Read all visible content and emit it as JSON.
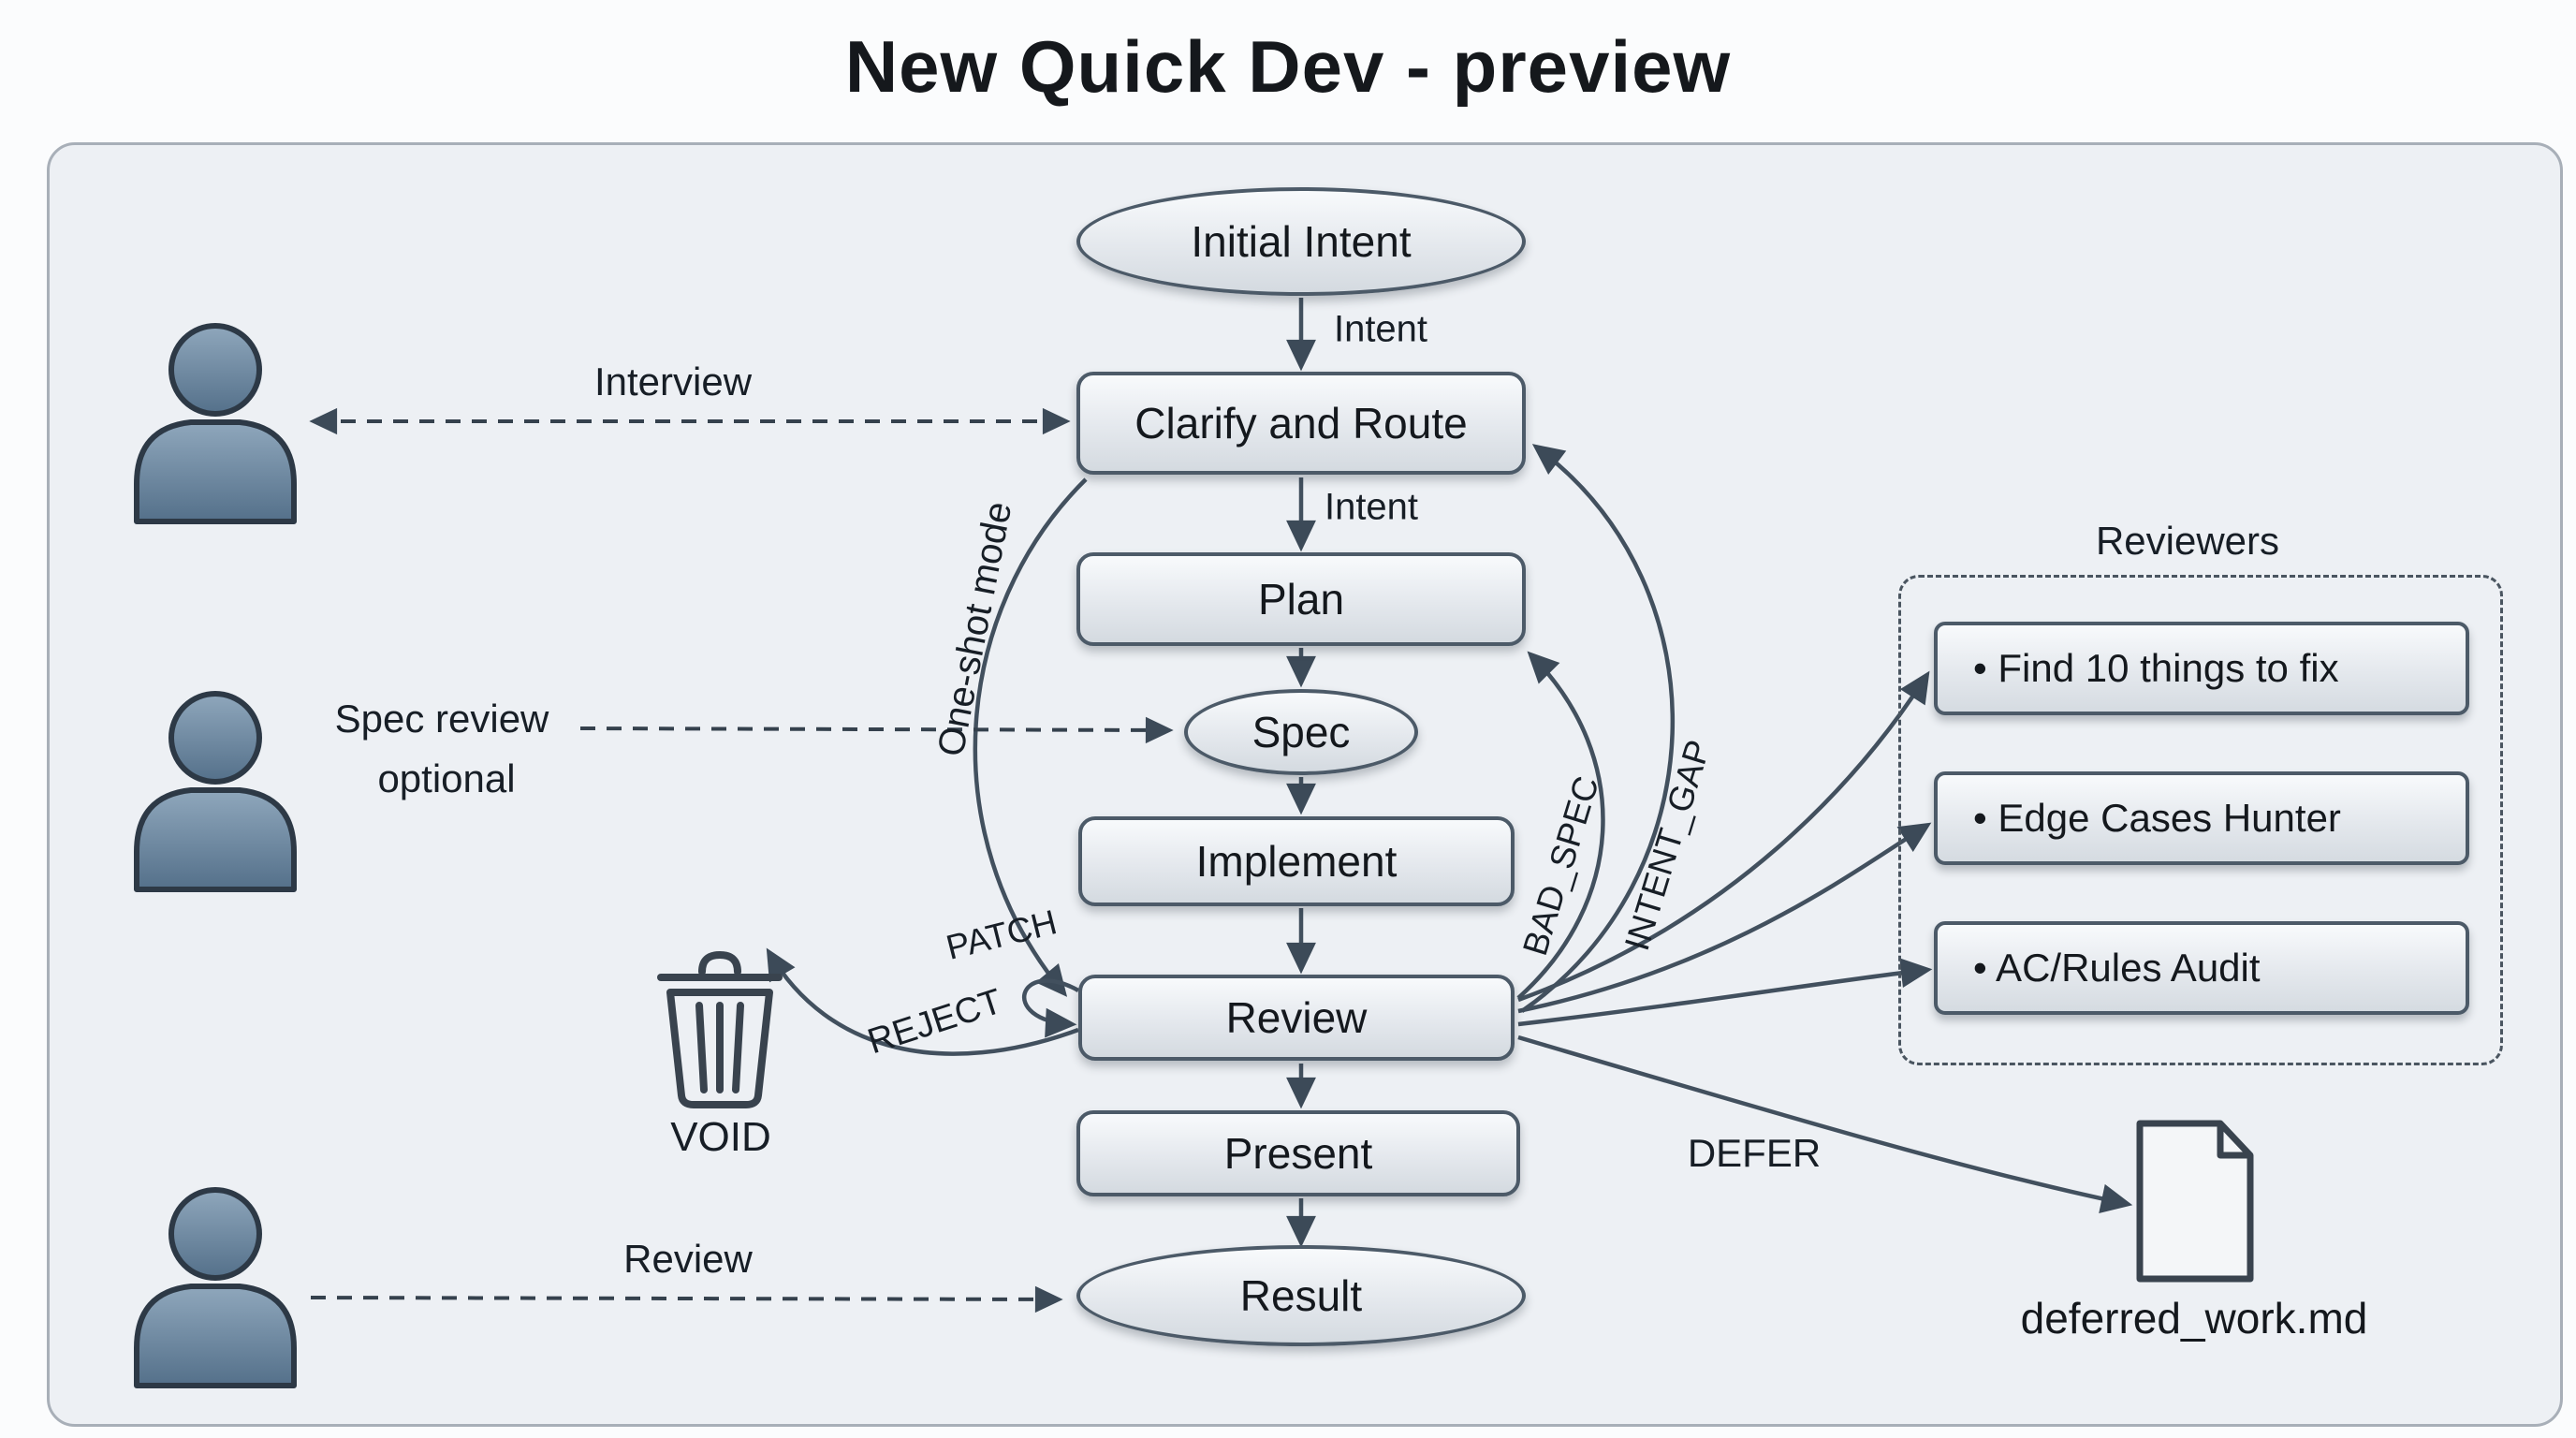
{
  "title": "New Quick Dev - preview",
  "nodes": {
    "initial_intent": "Initial Intent",
    "clarify_and_route": "Clarify and Route",
    "plan": "Plan",
    "spec": "Spec",
    "implement": "Implement",
    "review": "Review",
    "present": "Present",
    "result": "Result"
  },
  "labels": {
    "intent_1": "Intent",
    "intent_2": "Intent",
    "interview": "Interview",
    "spec_review_1": "Spec review",
    "spec_review_2": "optional",
    "one_shot_mode": "One-shot mode",
    "bad_spec": "BAD_SPEC",
    "intent_gap": "INTENT_GAP",
    "patch": "PATCH",
    "reject": "REJECT",
    "review_dashed": "Review",
    "defer": "DEFER",
    "void": "VOID"
  },
  "reviewers": {
    "title": "Reviewers",
    "items": [
      "• Find 10 things to fix",
      "• Edge Cases Hunter",
      "• AC/Rules Audit"
    ]
  },
  "deferred_file": "deferred_work.md",
  "icons": [
    "person-icon",
    "person-icon",
    "person-icon",
    "trash-icon",
    "document-icon"
  ],
  "colors": {
    "page_bg": "#fbfcfd",
    "frame_bg": "#edf0f4",
    "frame_border": "#a8afb8",
    "node_border": "#4c5a68",
    "node_fill_top": "#f8fafc",
    "node_fill_bottom": "#d4dae0",
    "arrow": "#42505e",
    "dashed_arrow": "#35414d",
    "person_fill_top": "#8fa7bc",
    "person_fill_bottom": "#54708a",
    "icon_stroke": "#39434e",
    "text": "#14181d"
  }
}
